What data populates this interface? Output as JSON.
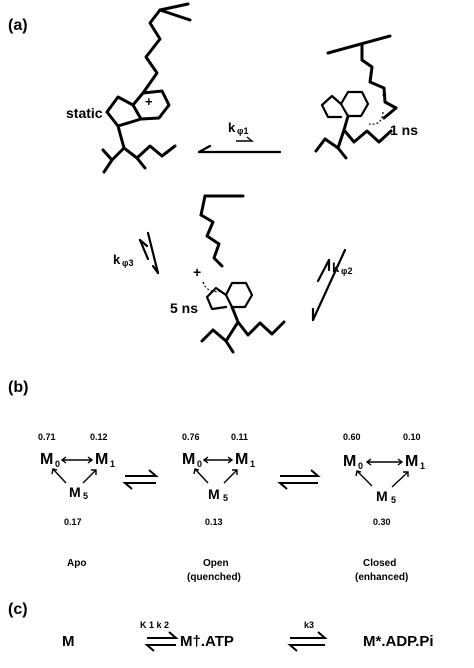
{
  "panel_a": {
    "label": "(a)",
    "static": "static",
    "plus": "+",
    "minus": "-",
    "t1": "1 ns",
    "t5": "5 ns",
    "k": "k",
    "phi1": "φ1",
    "phi2": "φ2",
    "phi3": "φ3"
  },
  "panel_b": {
    "label": "(b)",
    "states": [
      {
        "m0": "0.71",
        "m1": "0.12",
        "m5": "0.17",
        "name": "Apo",
        "sub": ""
      },
      {
        "m0": "0.76",
        "m1": "0.11",
        "m5": "0.13",
        "name": "Open",
        "sub": "(quenched)"
      },
      {
        "m0": "0.60",
        "m1": "0.10",
        "m5": "0.30",
        "name": "Closed",
        "sub": "(enhanced)"
      }
    ],
    "M": "M",
    "s0": "0",
    "s1": "1",
    "s5": "5"
  },
  "panel_c": {
    "label": "(c)",
    "species1": "M",
    "species2": "M†.ATP",
    "species3": "M*.ADP.Pi",
    "k12": "K 1 k 2",
    "k3": "k3"
  }
}
